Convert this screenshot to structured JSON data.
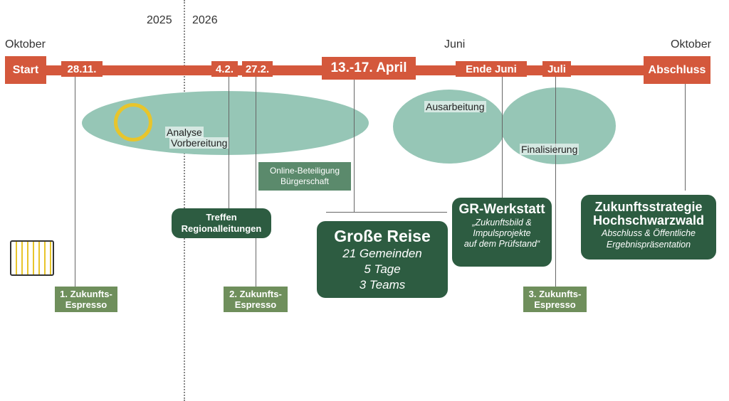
{
  "years": {
    "left": "2025",
    "right": "2026"
  },
  "months": {
    "start": "Oktober",
    "mid": "Juni",
    "end": "Oktober"
  },
  "milestones": [
    "Start",
    "28.11.",
    "4.2.",
    "27.2.",
    "13.-17. April",
    "Ende Juni",
    "Juli",
    "Abschluss"
  ],
  "phases": {
    "analyse": "Analyse",
    "vorbereitung": "Vorbereitung",
    "ausarbeitung": "Ausarbeitung",
    "finalisierung": "Finalisierung"
  },
  "online": [
    "Online-Beteiligung",
    "Bürgerschaft"
  ],
  "treffen": [
    "Treffen",
    "Regionalleitungen"
  ],
  "reise": {
    "title": "Große Reise",
    "lines": [
      "21 Gemeinden",
      "5 Tage",
      "3 Teams"
    ]
  },
  "werkstatt": {
    "title": "GR-Werkstatt",
    "lines": [
      "„Zukunftsbild &",
      "Impulsprojekte",
      "auf dem Prüfstand“"
    ]
  },
  "strategie": {
    "title": [
      "Zukunftsstrategie",
      "Hochschwarzwald"
    ],
    "lines": [
      "Abschluss & Öffentliche",
      "Ergebnispräsentation"
    ]
  },
  "espresso": [
    [
      "1. Zukunfts-",
      "Espresso"
    ],
    [
      "2. Zukunfts-",
      "Espresso"
    ],
    [
      "3. Zukunfts-",
      "Espresso"
    ]
  ]
}
